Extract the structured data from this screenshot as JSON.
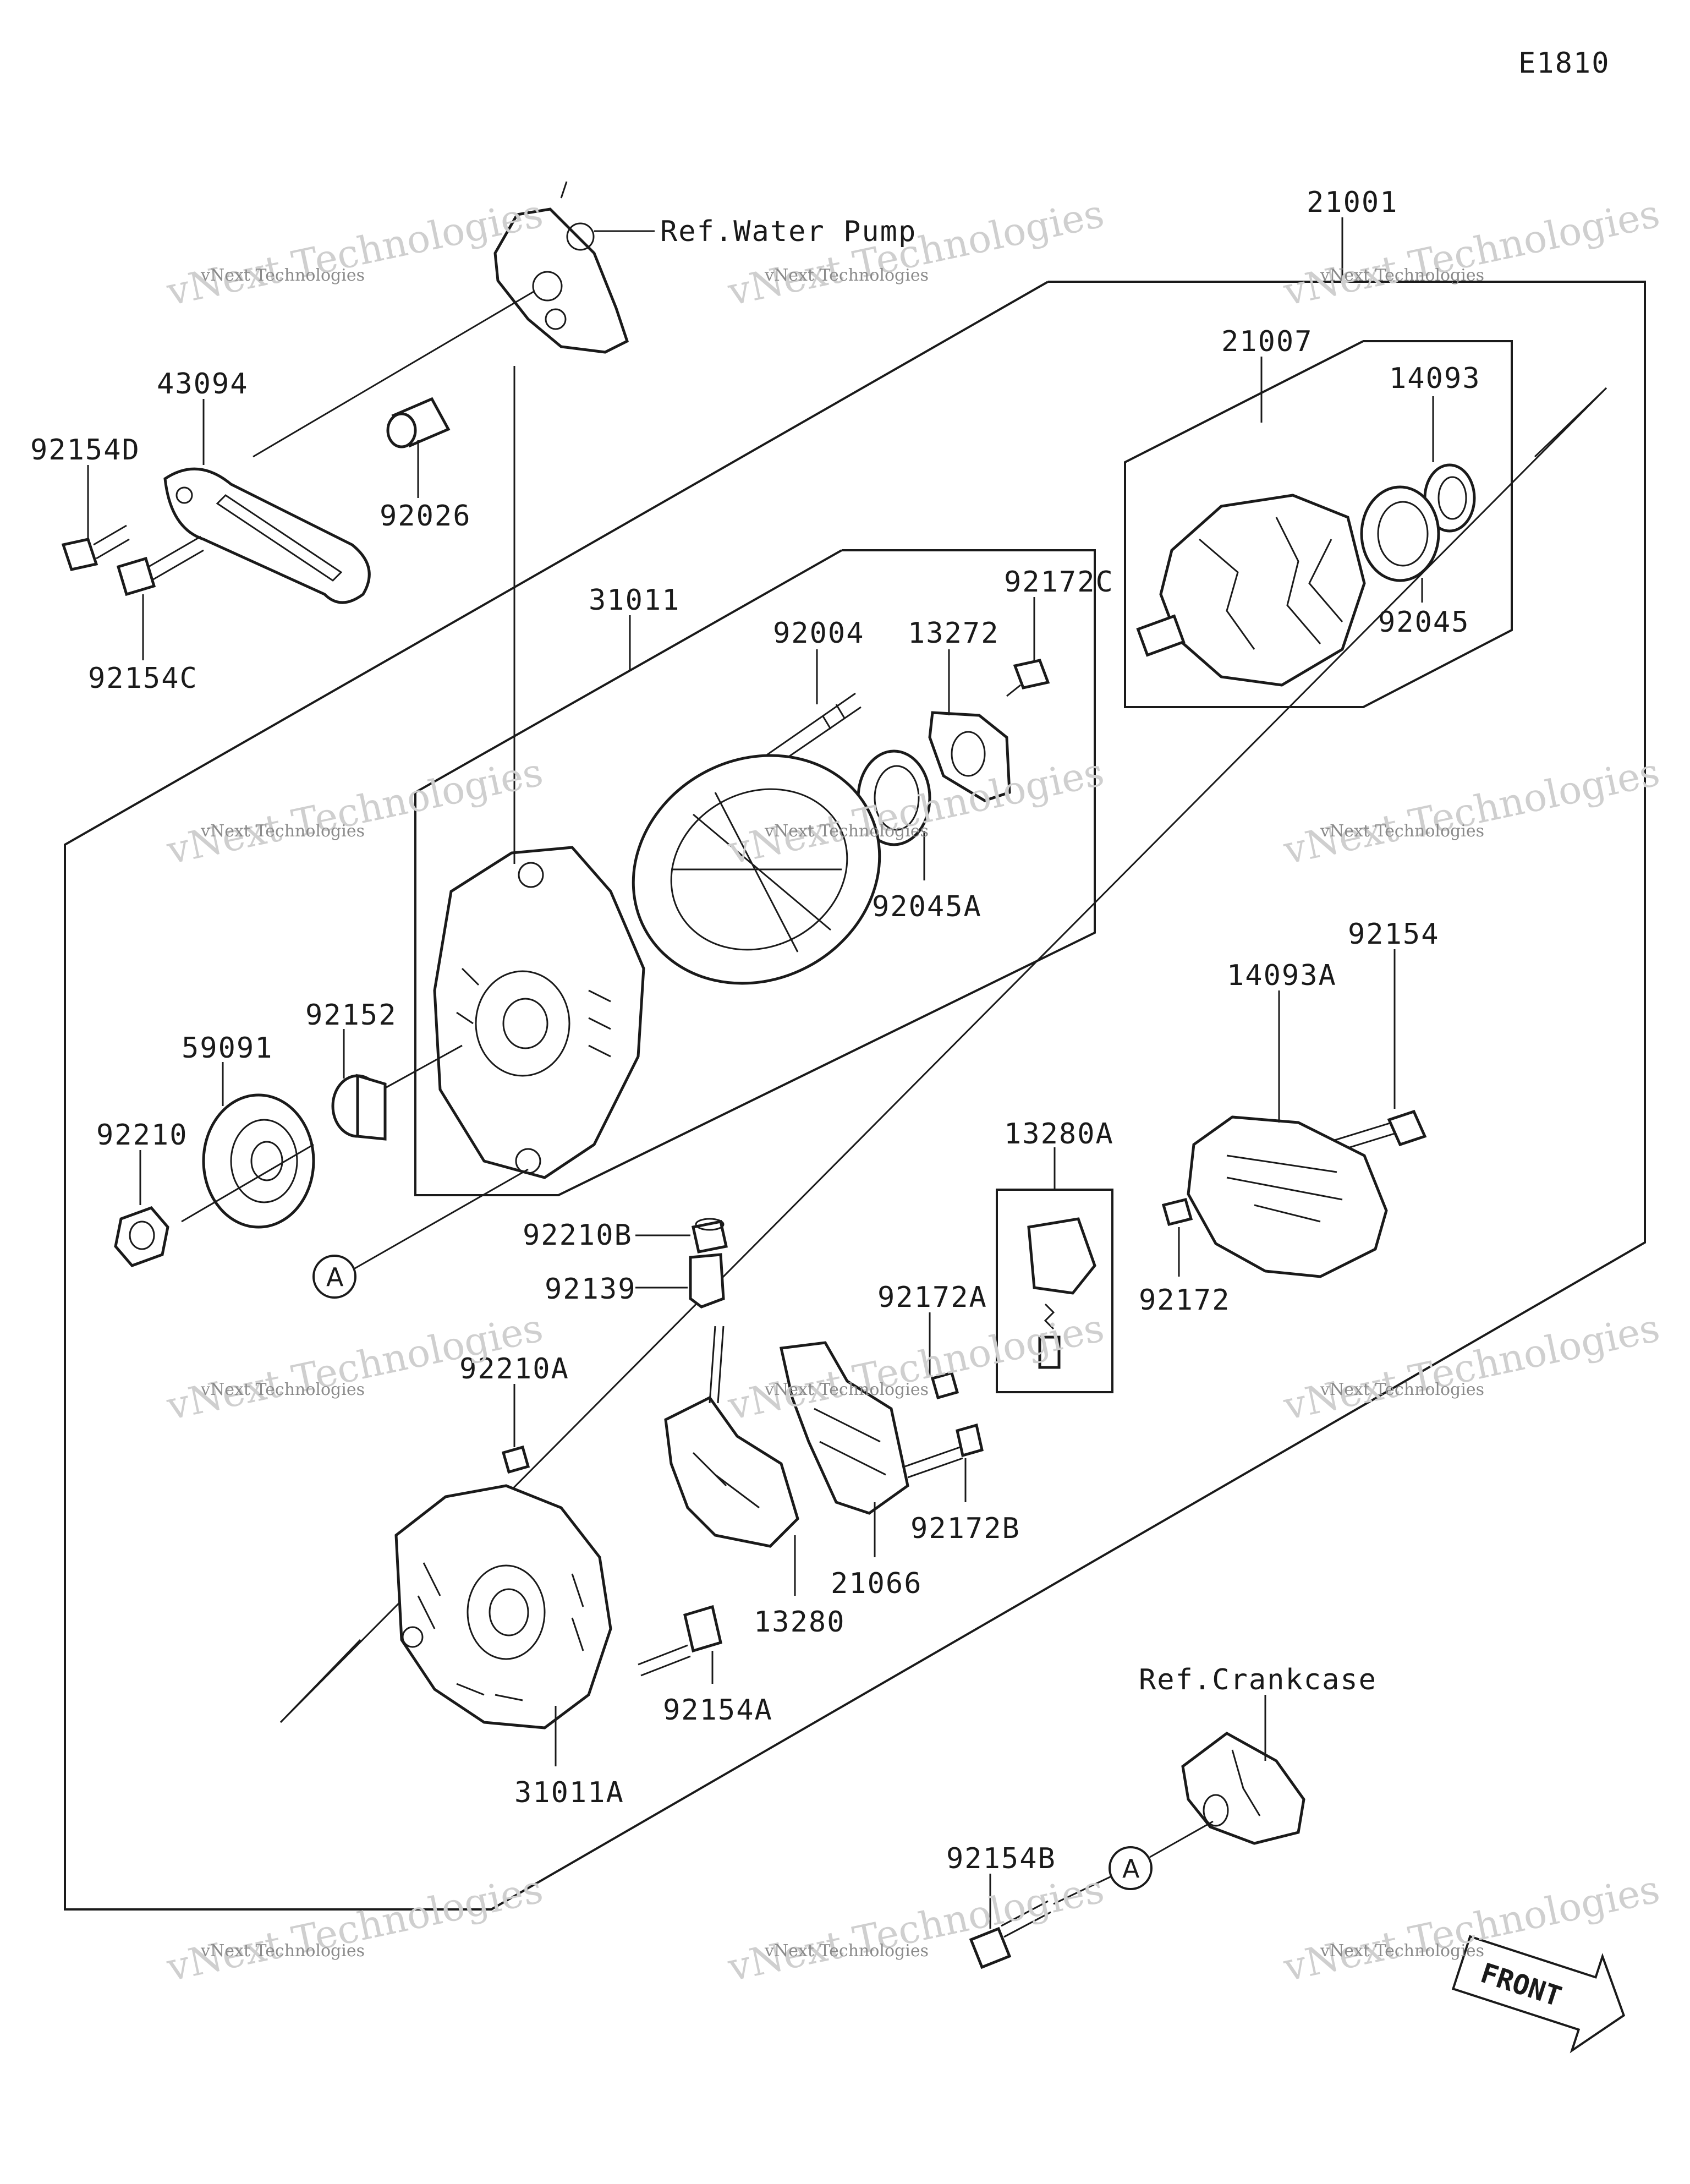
{
  "diagram_code": "E1810",
  "refs": {
    "water_pump": "Ref.Water Pump",
    "crankcase": "Ref.Crankcase"
  },
  "front_label": "FRONT",
  "callout_a": "A",
  "parts": {
    "p21001": "21001",
    "p21007": "21007",
    "p14093": "14093",
    "p92045": "92045",
    "p43094": "43094",
    "p92154D": "92154D",
    "p92026": "92026",
    "p92154C": "92154C",
    "p31011": "31011",
    "p92004": "92004",
    "p13272": "13272",
    "p92172C": "92172C",
    "p92045A": "92045A",
    "p92152": "92152",
    "p59091": "59091",
    "p92210": "92210",
    "p92154": "92154",
    "p14093A": "14093A",
    "p13280A": "13280A",
    "p92172": "92172",
    "p92210B": "92210B",
    "p92139": "92139",
    "p92172A": "92172A",
    "p92210A": "92210A",
    "p92172B": "92172B",
    "p21066": "21066",
    "p13280": "13280",
    "p92154A": "92154A",
    "p31011A": "31011A",
    "p92154B": "92154B"
  },
  "watermark": {
    "line1": "vNext Technologies",
    "line2": "vNext Technologies"
  }
}
